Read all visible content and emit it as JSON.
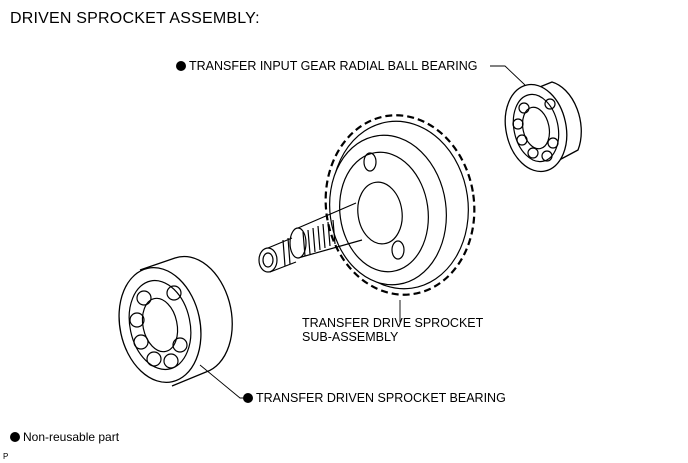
{
  "header": {
    "title": "DRIVEN SPROCKET ASSEMBLY:"
  },
  "callouts": {
    "input_bearing": "TRANSFER INPUT GEAR RADIAL BALL BEARING",
    "drive_sprocket_line1": "TRANSFER DRIVE SPROCKET",
    "drive_sprocket_line2": "SUB-ASSEMBLY",
    "driven_bearing": "TRANSFER DRIVEN SPROCKET BEARING"
  },
  "legend": {
    "non_reusable": "Non-reusable part"
  },
  "footer": {
    "code": "P"
  }
}
